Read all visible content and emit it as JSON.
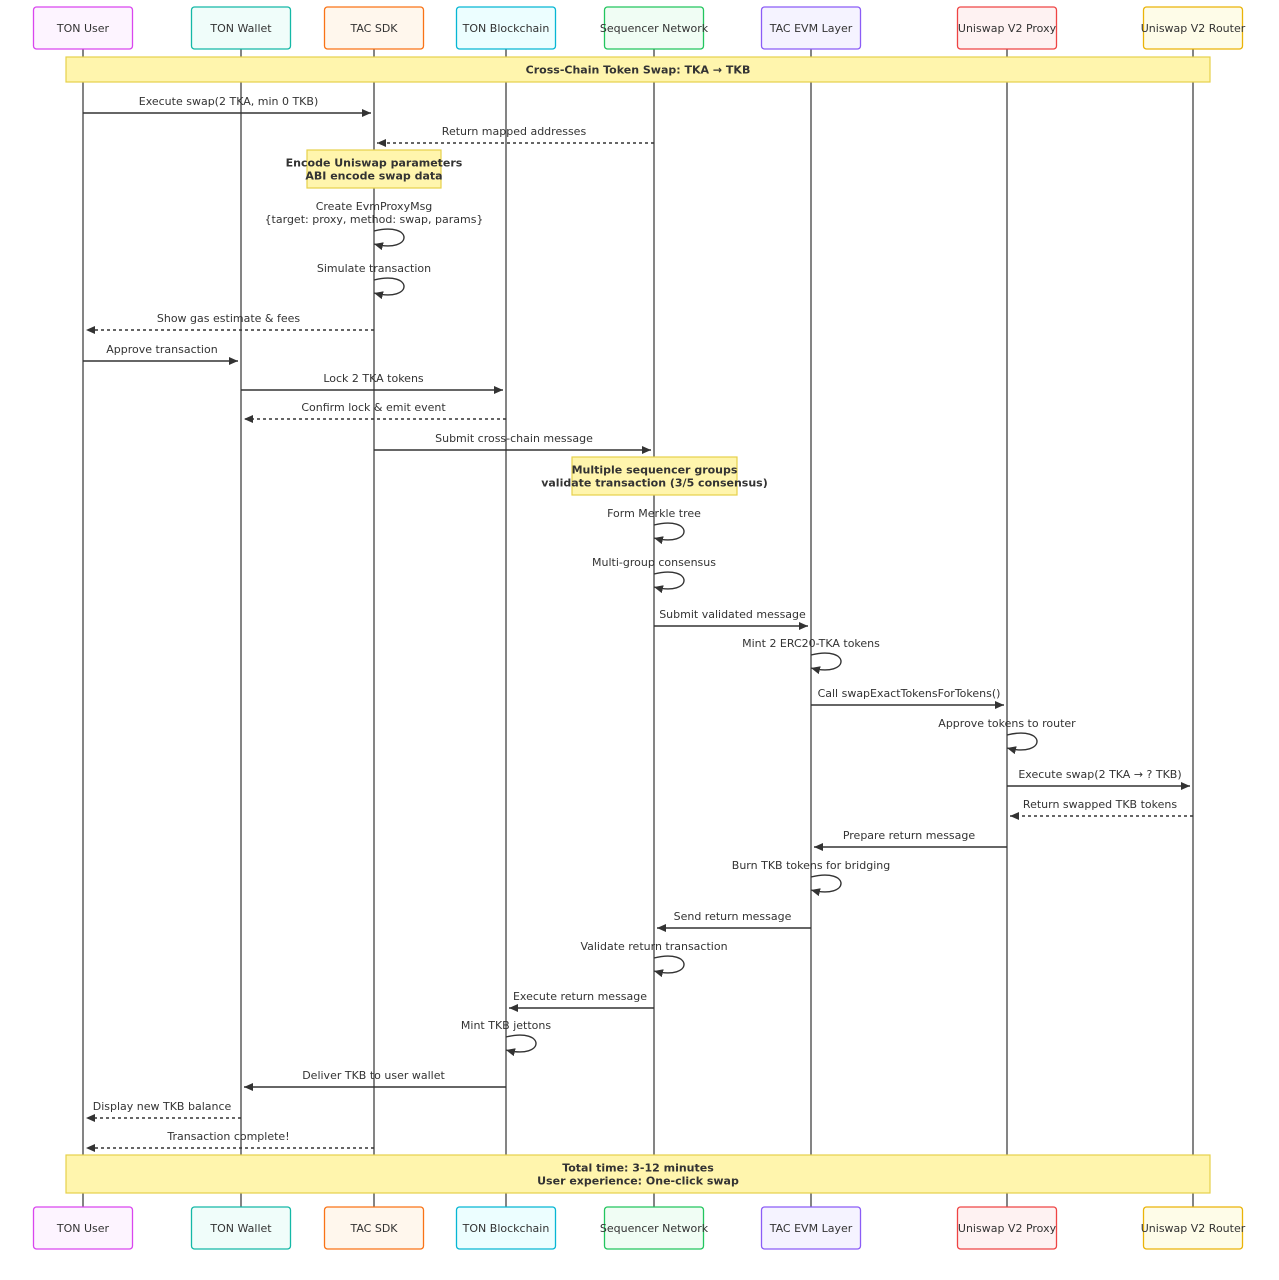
{
  "actors": [
    {
      "id": "user",
      "label": "TON User",
      "stroke": "#d946ef",
      "fill": "#fdf4ff"
    },
    {
      "id": "wallet",
      "label": "TON Wallet",
      "stroke": "#14b8a6",
      "fill": "#f0fdfa"
    },
    {
      "id": "sdk",
      "label": "TAC SDK",
      "stroke": "#f97316",
      "fill": "#fff7ed"
    },
    {
      "id": "ton",
      "label": "TON Blockchain",
      "stroke": "#06b6d4",
      "fill": "#ecfeff"
    },
    {
      "id": "seq",
      "label": "Sequencer Network",
      "stroke": "#22c55e",
      "fill": "#f0fdf4"
    },
    {
      "id": "evm",
      "label": "TAC EVM Layer",
      "stroke": "#8b5cf6",
      "fill": "#f5f3ff"
    },
    {
      "id": "proxy",
      "label": "Uniswap V2 Proxy",
      "stroke": "#ef4444",
      "fill": "#fef2f2"
    },
    {
      "id": "router",
      "label": "Uniswap V2 Router",
      "stroke": "#eab308",
      "fill": "#fefce8"
    }
  ],
  "notes": [
    {
      "id": "title-note",
      "lines": [
        "Cross-Chain Token Swap: TKA → TKB"
      ]
    },
    {
      "id": "encode-note",
      "lines": [
        "Encode Uniswap parameters",
        "ABI encode swap data"
      ]
    },
    {
      "id": "sequencer-note",
      "lines": [
        "Multiple sequencer groups",
        "validate transaction (3/5 consensus)"
      ]
    },
    {
      "id": "summary-note",
      "lines": [
        "Total time: 3-12 minutes",
        "User experience: One-click swap"
      ]
    }
  ],
  "messages": [
    {
      "from": "user",
      "to": "sdk",
      "lines": [
        "Execute swap(2 TKA, min 0 TKB)"
      ],
      "style": "solid"
    },
    {
      "from": "seq",
      "to": "sdk",
      "lines": [
        "Return mapped addresses"
      ],
      "style": "dotted"
    },
    {
      "from": "sdk",
      "to": "sdk",
      "lines": [
        "Create EvmProxyMsg",
        "{target: proxy, method: swap, params}"
      ],
      "style": "solid"
    },
    {
      "from": "sdk",
      "to": "sdk",
      "lines": [
        "Simulate transaction"
      ],
      "style": "solid"
    },
    {
      "from": "sdk",
      "to": "user",
      "lines": [
        "Show gas estimate & fees"
      ],
      "style": "dotted"
    },
    {
      "from": "user",
      "to": "wallet",
      "lines": [
        "Approve transaction"
      ],
      "style": "solid"
    },
    {
      "from": "wallet",
      "to": "ton",
      "lines": [
        "Lock 2 TKA tokens"
      ],
      "style": "solid"
    },
    {
      "from": "ton",
      "to": "wallet",
      "lines": [
        "Confirm lock & emit event"
      ],
      "style": "dotted"
    },
    {
      "from": "sdk",
      "to": "seq",
      "lines": [
        "Submit cross-chain message"
      ],
      "style": "solid"
    },
    {
      "from": "seq",
      "to": "seq",
      "lines": [
        "Form Merkle tree"
      ],
      "style": "solid"
    },
    {
      "from": "seq",
      "to": "seq",
      "lines": [
        "Multi-group consensus"
      ],
      "style": "solid"
    },
    {
      "from": "seq",
      "to": "evm",
      "lines": [
        "Submit validated message"
      ],
      "style": "solid"
    },
    {
      "from": "evm",
      "to": "evm",
      "lines": [
        "Mint 2 ERC20-TKA tokens"
      ],
      "style": "solid"
    },
    {
      "from": "evm",
      "to": "proxy",
      "lines": [
        "Call swapExactTokensForTokens()"
      ],
      "style": "solid"
    },
    {
      "from": "proxy",
      "to": "proxy",
      "lines": [
        "Approve tokens to router"
      ],
      "style": "solid"
    },
    {
      "from": "proxy",
      "to": "router",
      "lines": [
        "Execute swap(2 TKA → ? TKB)"
      ],
      "style": "solid"
    },
    {
      "from": "router",
      "to": "proxy",
      "lines": [
        "Return swapped TKB tokens"
      ],
      "style": "dotted"
    },
    {
      "from": "proxy",
      "to": "evm",
      "lines": [
        "Prepare return message"
      ],
      "style": "solid"
    },
    {
      "from": "evm",
      "to": "evm",
      "lines": [
        "Burn TKB tokens for bridging"
      ],
      "style": "solid"
    },
    {
      "from": "evm",
      "to": "seq",
      "lines": [
        "Send return message"
      ],
      "style": "solid"
    },
    {
      "from": "seq",
      "to": "seq",
      "lines": [
        "Validate return transaction"
      ],
      "style": "solid"
    },
    {
      "from": "seq",
      "to": "ton",
      "lines": [
        "Execute return message"
      ],
      "style": "solid"
    },
    {
      "from": "ton",
      "to": "ton",
      "lines": [
        "Mint TKB jettons"
      ],
      "style": "solid"
    },
    {
      "from": "ton",
      "to": "wallet",
      "lines": [
        "Deliver TKB to user wallet"
      ],
      "style": "solid"
    },
    {
      "from": "wallet",
      "to": "user",
      "lines": [
        "Display new TKB balance"
      ],
      "style": "dotted"
    },
    {
      "from": "sdk",
      "to": "user",
      "lines": [
        "Transaction complete!"
      ],
      "style": "dotted"
    }
  ],
  "colors": {
    "line": "#333333",
    "note_fill": "#fff5ad",
    "note_stroke": "#e6d04a"
  }
}
